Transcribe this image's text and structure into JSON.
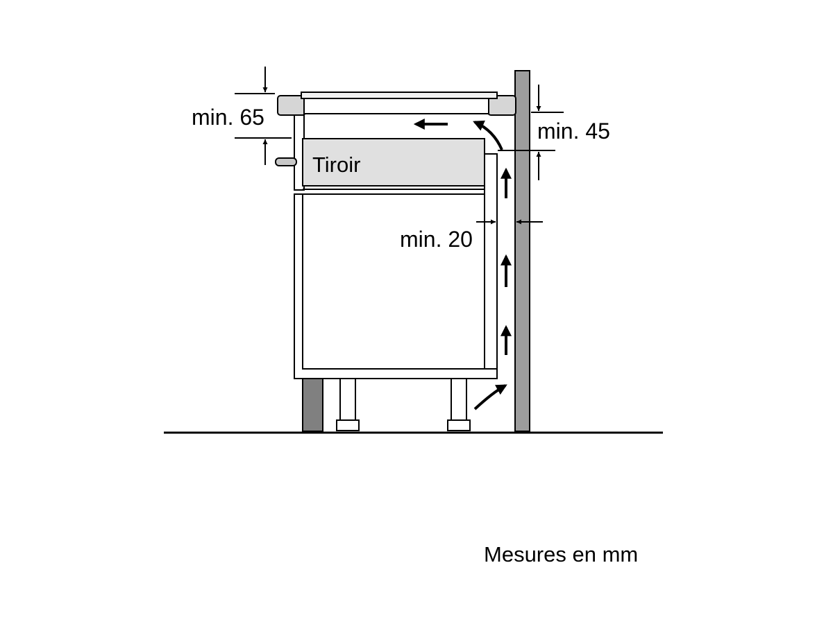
{
  "labels": {
    "drawer": "Tiroir",
    "clearance_top": "min. 65",
    "clearance_rear": "min. 45",
    "clearance_gap": "min. 20",
    "units_note": "Mesures en mm"
  },
  "colors": {
    "line": "#000000",
    "wall": "#9d9d9d",
    "plinth": "#808080",
    "worktop": "#d6d6d6",
    "drawer_fill": "#e0e0e0",
    "cooktop_surface": "#f2f2f2",
    "background": "#ffffff"
  },
  "icons": {
    "airflow": "airflow-arrow-icon",
    "dimension": "dimension-arrow-icon"
  }
}
